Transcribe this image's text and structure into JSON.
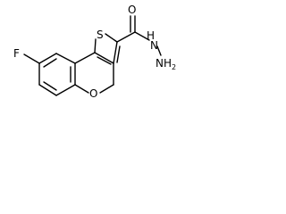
{
  "molecule": {
    "atoms": {
      "fluorine": "F",
      "sulfur": "S",
      "oxygen_carbonyl": "O",
      "oxygen_ether": "O",
      "nitrogen_hn": "H",
      "nitrogen_hn_n": "N",
      "nitrogen_nh2_n": "N",
      "nitrogen_nh2_h": "H",
      "nitrogen_nh2_sub": "2"
    }
  }
}
